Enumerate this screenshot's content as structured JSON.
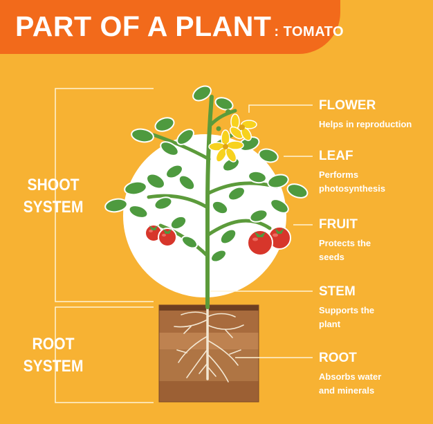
{
  "header": {
    "title": "PART OF A PLANT",
    "subtitle": ": TOMATO"
  },
  "sections": {
    "shoot": "SHOOT\nSYSTEM",
    "root": "ROOT\nSYSTEM"
  },
  "parts": [
    {
      "name": "FLOWER",
      "description": "Helps in reproduction"
    },
    {
      "name": "LEAF",
      "description": "Performs\nphotosynthesis"
    },
    {
      "name": "FRUIT",
      "description": "Protects the\nseeds"
    },
    {
      "name": "STEM",
      "description": "Supports the\nplant"
    },
    {
      "name": "ROOT",
      "description": "Absorbs water\nand minerals"
    }
  ],
  "colors": {
    "background": "#F7B233",
    "banner": "#F26A1B",
    "leaf": "#4F9A3E",
    "fruit": "#D7362B",
    "flower": "#F7D21E",
    "soil": "#A6683E"
  }
}
